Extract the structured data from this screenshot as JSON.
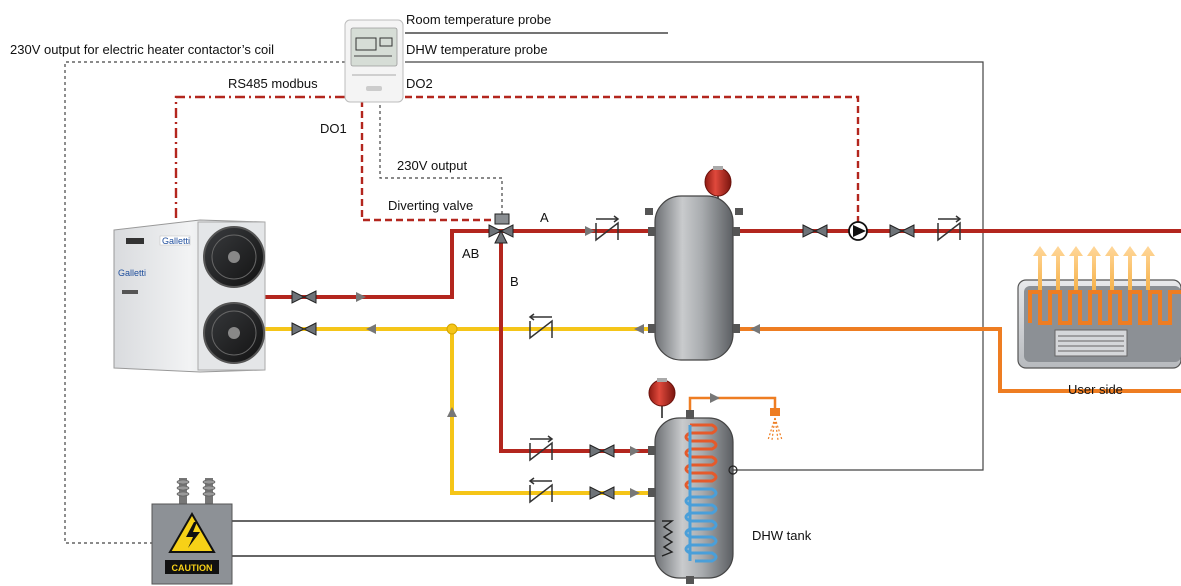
{
  "labels": {
    "room_probe": "Room temperature probe",
    "dhw_probe": "DHW temperature probe",
    "heater_coil": "230V output for electric heater contactor’s coil",
    "rs485": "RS485 modbus",
    "do2": "DO2",
    "do1": "DO1",
    "output_230v": "230V output",
    "diverting_valve": "Diverting valve",
    "port_a": "A",
    "port_ab": "AB",
    "port_b": "B",
    "user_side": "User side",
    "dhw_tank": "DHW tank",
    "caution": "CAUTION",
    "brand": "Galletti"
  },
  "colors": {
    "hot_pipe": "#b3261e",
    "return_pipe": "#f5c518",
    "user_pipe": "#ee7d22",
    "modbus_line": "#b3261e",
    "signal_line": "#444444",
    "tank_body": "#9a9da1",
    "expansion_vessel": "#c0271d",
    "heater_badge": "#f7d117"
  },
  "icons": {
    "controller": "thermostat-controller-icon",
    "heat_pump": "heat-pump-unit-icon",
    "buffer_tank": "buffer-tank-icon",
    "dhw_tank": "dhw-tank-icon",
    "pump": "circulation-pump-icon",
    "valve": "shutoff-valve-icon",
    "check_valve": "check-valve-icon",
    "diverting_valve": "three-way-valve-icon",
    "terminal": "fan-coil-terminal-icon",
    "shower": "shower-head-icon",
    "electrical_box": "high-voltage-box-icon",
    "expansion_vessel": "expansion-vessel-icon"
  }
}
